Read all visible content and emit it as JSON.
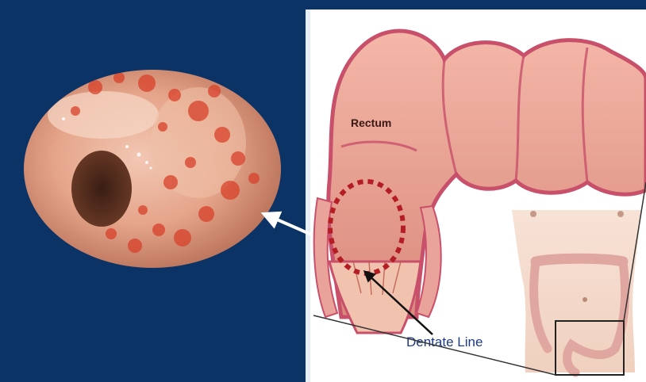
{
  "labels": {
    "rectum": "Rectum",
    "dentate_line": "Dentate Line"
  },
  "colors": {
    "background_panel": "#0b3366",
    "tissue_pink": "#e89090",
    "tissue_outline": "#c8506a",
    "dotted_circle": "#b51d24",
    "pointer_arrow": "#ffffff",
    "label_text": "#1f3a86",
    "lesion_red": "#d8402a"
  },
  "content": {
    "left_panel": "endoscopic view of inflamed rectal mucosa",
    "right_panel": "anatomical illustration of colon and rectum with torso inset"
  }
}
